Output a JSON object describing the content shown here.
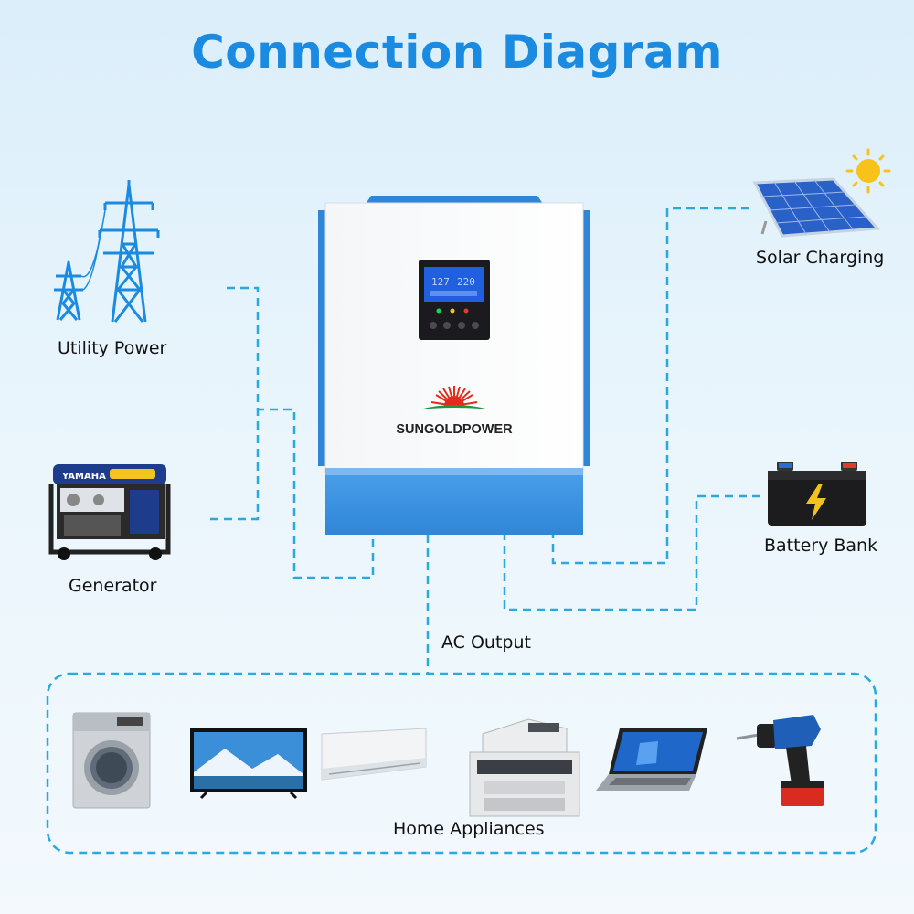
{
  "title": "Connection Diagram",
  "sources": {
    "utility": {
      "label": "Utility Power",
      "icon": "power-tower-icon"
    },
    "generator": {
      "label": "Generator",
      "icon": "generator-icon",
      "brand_text": "YAMAHA"
    },
    "solar": {
      "label": "Solar Charging",
      "icon": "solar-panel-icon"
    },
    "battery": {
      "label": "Battery Bank",
      "icon": "battery-icon"
    }
  },
  "inverter": {
    "brand": "SUNGOLDPOWER",
    "lcd_readings": [
      "127",
      "220"
    ]
  },
  "output": {
    "label": "AC Output"
  },
  "appliances": {
    "label": "Home Appliances",
    "items": [
      "washing-machine",
      "television",
      "air-conditioner",
      "printer",
      "laptop",
      "power-drill"
    ]
  },
  "colors": {
    "accent": "#1a8be0",
    "dash_line": "#2aa8e0",
    "inverter_blue": "#2f86d8",
    "body_bg": "#dbeefa"
  }
}
